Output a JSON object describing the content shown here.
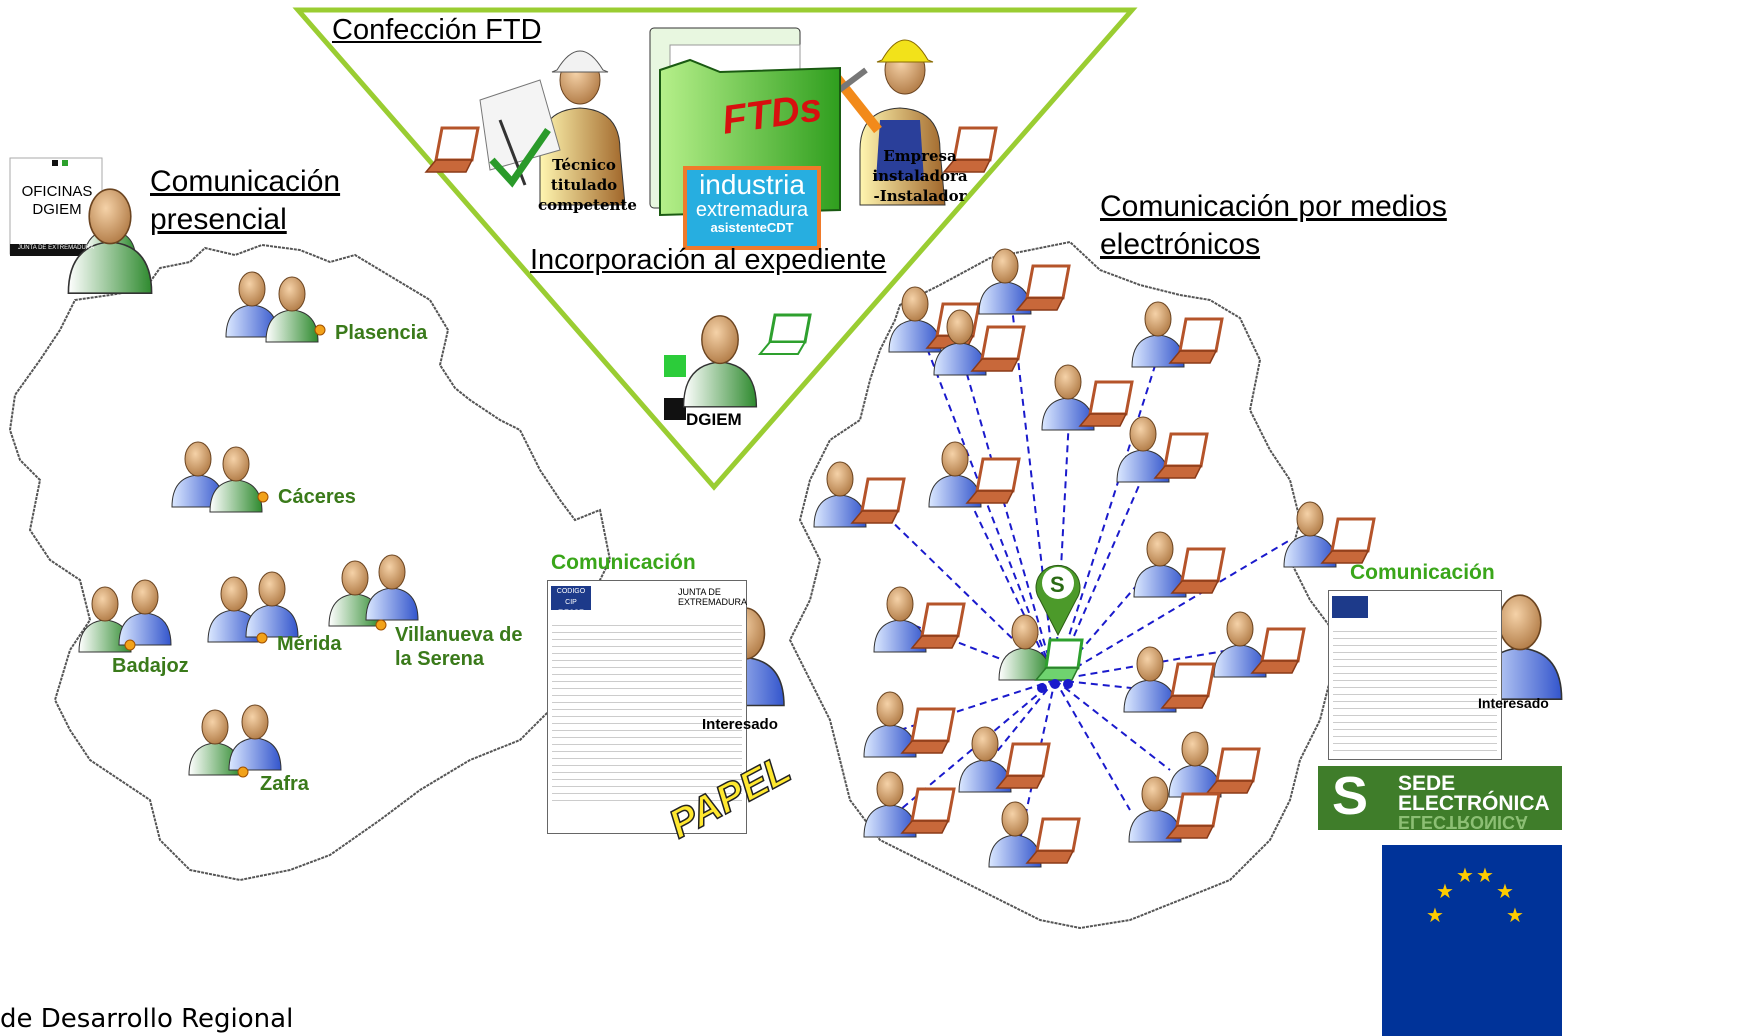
{
  "triangle": {
    "title": "Confección FTD",
    "tecnico": [
      "Técnico",
      "titulado",
      "competente"
    ],
    "folder_label": "FTDs",
    "empresa": [
      "Empresa",
      "instaladora",
      "-Instalador"
    ],
    "logo_line1": "industria",
    "logo_line2": "extremadura",
    "logo_line3": "asistenteCDT",
    "incorporacion": "Incorporación al expediente",
    "dgiem": "DGIEM"
  },
  "left": {
    "office_label_1": "OFICINAS",
    "office_label_2": "DGIEM",
    "office_footer": "JUNTA DE EXTREMADURA",
    "title_line1": "Comunicación",
    "title_line2": "presencial",
    "cities": [
      "Plasencia",
      "Cáceres",
      "Badajoz",
      "Mérida",
      "Villanueva de",
      "la Serena",
      "Zafra"
    ]
  },
  "center_form": {
    "title": "Comunicación",
    "interesado": "Interesado",
    "stamp": "PAPEL",
    "form_code": "CODIGO CIP",
    "form_number": "P5625",
    "form_header": "JUNTA DE EXTREMADURA"
  },
  "right": {
    "title_line1": "Comunicación por medios",
    "title_line2": "electrónicos",
    "form_title": "Comunicación",
    "interesado": "Interesado",
    "sede_line1": "SEDE",
    "sede_line2": "ELECTRÓNICA",
    "sede_reflect": "ELECTRONICA"
  },
  "footer": {
    "text": "de Desarrollo Regional"
  },
  "colors": {
    "triangle_border": "#9acd32",
    "city_text": "#3a7a1a",
    "laptop": "#b5542a",
    "dashed": "#1a1acc",
    "eu_blue": "#003399",
    "eu_star": "#ffcc00",
    "sede_green": "#3f7d2a"
  }
}
